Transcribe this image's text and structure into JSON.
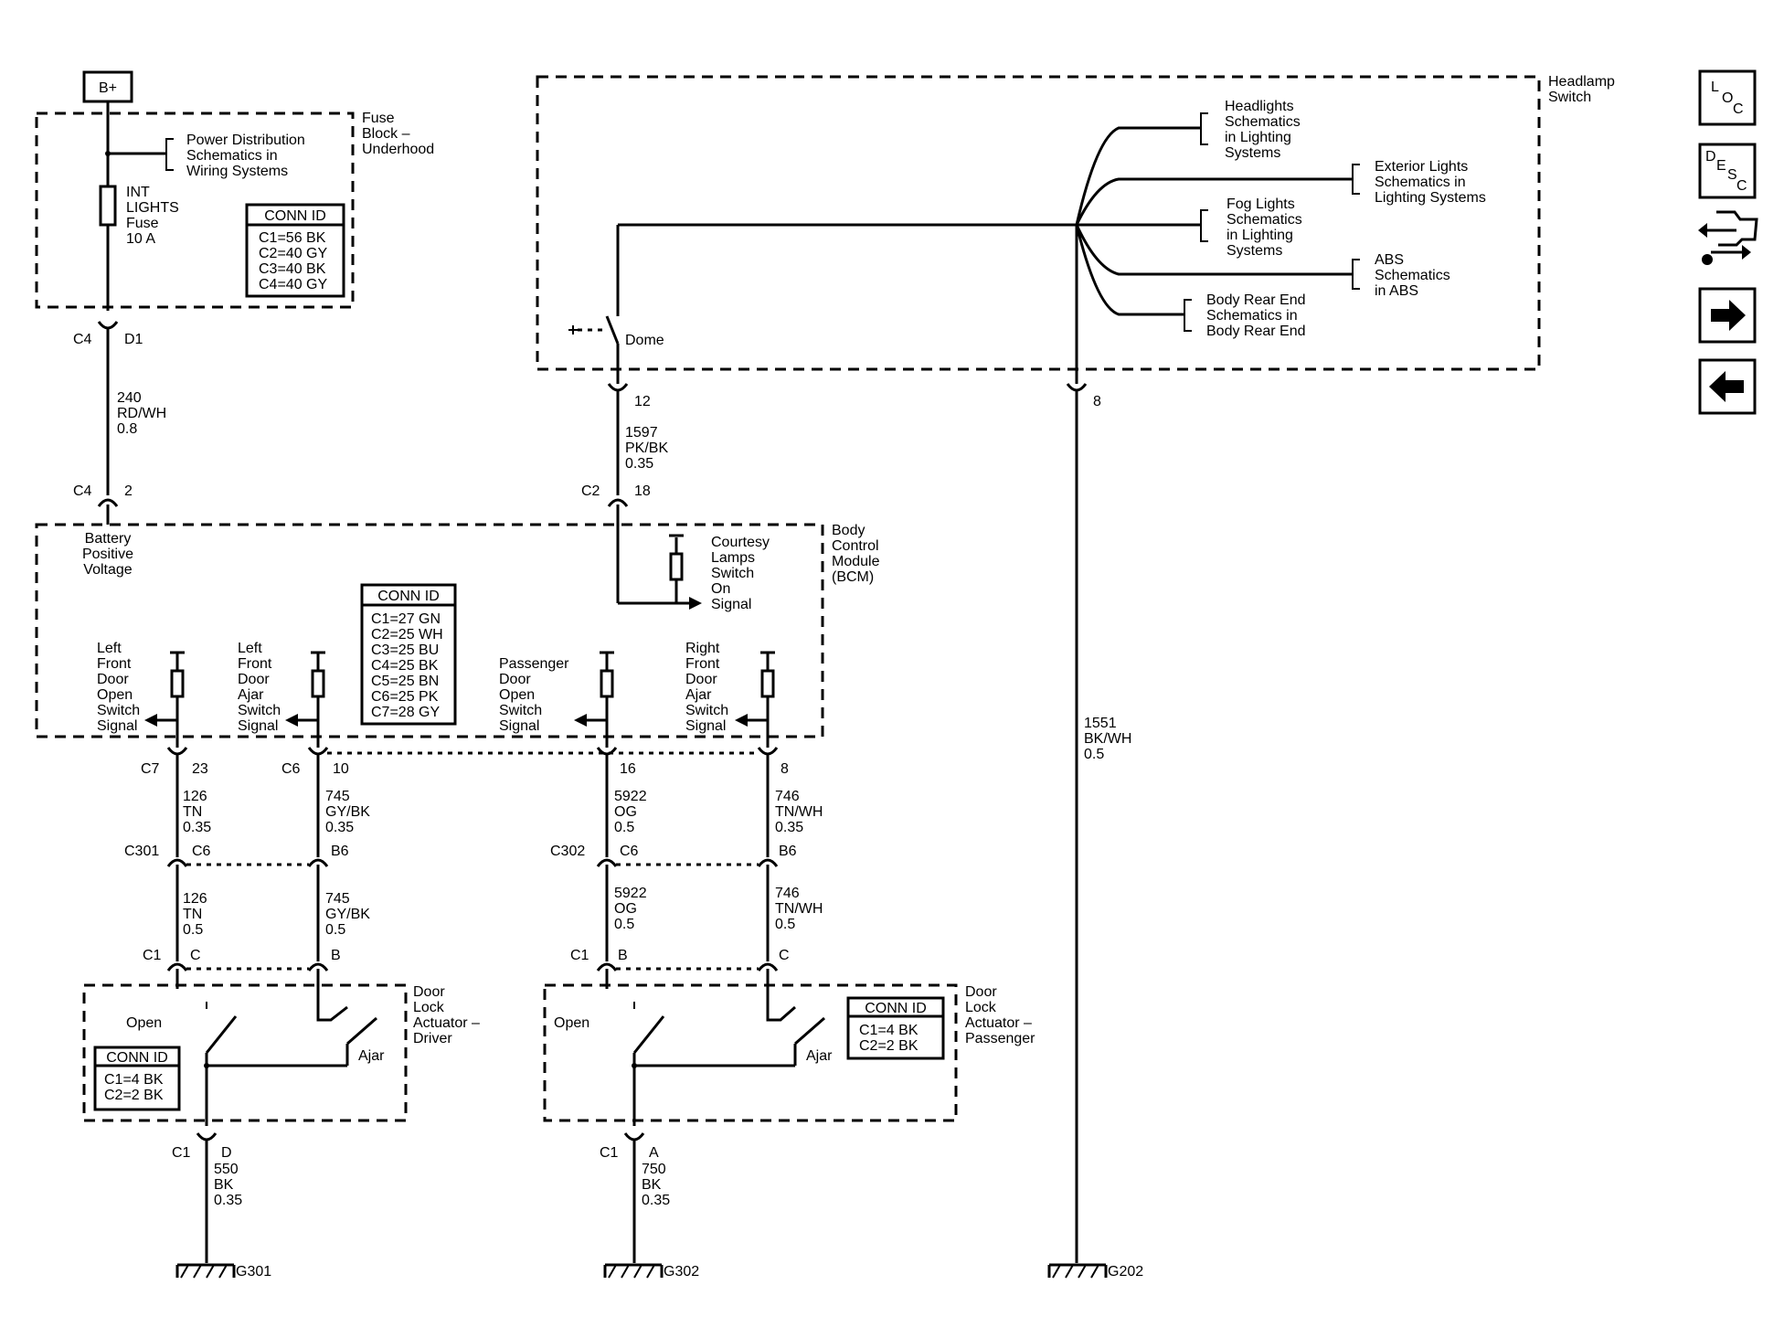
{
  "source": {
    "label": "B+"
  },
  "fuse_block": {
    "title": [
      "Fuse",
      "Block –",
      "Underhood"
    ],
    "pds_ref": [
      "Power Distribution",
      "Schematics in",
      "Wiring Systems"
    ],
    "fuse": [
      "INT",
      "LIGHTS",
      "Fuse",
      "10 A"
    ],
    "conn_title": "CONN ID",
    "conn": [
      "C1=56 BK",
      "C2=40 GY",
      "C3=40 BK",
      "C4=40 GY"
    ]
  },
  "headlamp_switch": {
    "title": [
      "Headlamp",
      "Switch"
    ],
    "dome": "Dome",
    "refs": {
      "headlights": [
        "Headlights",
        "Schematics",
        "in Lighting",
        "Systems"
      ],
      "exterior": [
        "Exterior Lights",
        "Schematics in",
        "Lighting Systems"
      ],
      "fog": [
        "Fog Lights",
        "Schematics",
        "in Lighting",
        "Systems"
      ],
      "abs": [
        "ABS",
        "Schematics",
        "in ABS"
      ],
      "body_rear": [
        "Body Rear End",
        "Schematics in",
        "Body Rear End"
      ]
    }
  },
  "bcm": {
    "title": [
      "Body",
      "Control",
      "Module",
      "(BCM)"
    ],
    "battery": [
      "Battery",
      "Positive",
      "Voltage"
    ],
    "courtesy": [
      "Courtesy",
      "Lamps",
      "Switch",
      "On",
      "Signal"
    ],
    "conn_title": "CONN ID",
    "conn": [
      "C1=27 GN",
      "C2=25 WH",
      "C3=25 BU",
      "C4=25 BK",
      "C5=25 BN",
      "C6=25 PK",
      "C7=28 GY"
    ],
    "signals": {
      "lf_open": [
        "Left",
        "Front",
        "Door",
        "Open",
        "Switch",
        "Signal"
      ],
      "lf_ajar": [
        "Left",
        "Front",
        "Door",
        "Ajar",
        "Switch",
        "Signal"
      ],
      "pass_open": [
        "Passenger",
        "Door",
        "Open",
        "Switch",
        "Signal"
      ],
      "rf_ajar": [
        "Right",
        "Front",
        "Door",
        "Ajar",
        "Switch",
        "Signal"
      ]
    }
  },
  "wires": {
    "w240": [
      "240",
      "RD/WH",
      "0.8"
    ],
    "w1597": [
      "1597",
      "PK/BK",
      "0.35"
    ],
    "w1551": [
      "1551",
      "BK/WH",
      "0.5"
    ],
    "w126a": [
      "126",
      "TN",
      "0.35"
    ],
    "w745a": [
      "745",
      "GY/BK",
      "0.35"
    ],
    "w5922a": [
      "5922",
      "OG",
      "0.5"
    ],
    "w746a": [
      "746",
      "TN/WH",
      "0.35"
    ],
    "w126b": [
      "126",
      "TN",
      "0.5"
    ],
    "w745b": [
      "745",
      "GY/BK",
      "0.5"
    ],
    "w5922b": [
      "5922",
      "OG",
      "0.5"
    ],
    "w746b": [
      "746",
      "TN/WH",
      "0.5"
    ],
    "w550": [
      "550",
      "BK",
      "0.35"
    ],
    "w750": [
      "750",
      "BK",
      "0.35"
    ]
  },
  "connectors": {
    "c4": "C4",
    "d1": "D1",
    "c4b": "C4",
    "p2": "2",
    "p12": "12",
    "p8top": "8",
    "c2": "C2",
    "p18": "18",
    "c7": "C7",
    "p23": "23",
    "c6": "C6",
    "p10": "10",
    "p16": "16",
    "p8": "8",
    "c301": "C301",
    "c6a": "C6",
    "b6a": "B6",
    "c302": "C302",
    "c6b": "C6",
    "b6b": "B6",
    "c1a": "C1",
    "pc": "C",
    "pb": "B",
    "c1b": "C1",
    "pb2": "B",
    "pc2": "C",
    "c1c": "C1",
    "pd": "D",
    "c1d": "C1",
    "pa": "A"
  },
  "driver_actuator": {
    "title": [
      "Door",
      "Lock",
      "Actuator –",
      "Driver"
    ],
    "open": "Open",
    "ajar": "Ajar",
    "conn_title": "CONN ID",
    "conn": [
      "C1=4 BK",
      "C2=2 BK"
    ]
  },
  "pass_actuator": {
    "title": [
      "Door",
      "Lock",
      "Actuator –",
      "Passenger"
    ],
    "open": "Open",
    "ajar": "Ajar",
    "conn_title": "CONN ID",
    "conn": [
      "C1=4 BK",
      "C2=2 BK"
    ]
  },
  "grounds": {
    "g301": "G301",
    "g302": "G302",
    "g202": "G202"
  },
  "nav": {
    "loc": [
      "L",
      "O",
      "C"
    ],
    "desc": [
      "D",
      "E",
      "S",
      "C"
    ],
    "nav_icons": [
      "connector-swap-icon",
      "arrow-right-icon",
      "arrow-left-icon"
    ]
  }
}
